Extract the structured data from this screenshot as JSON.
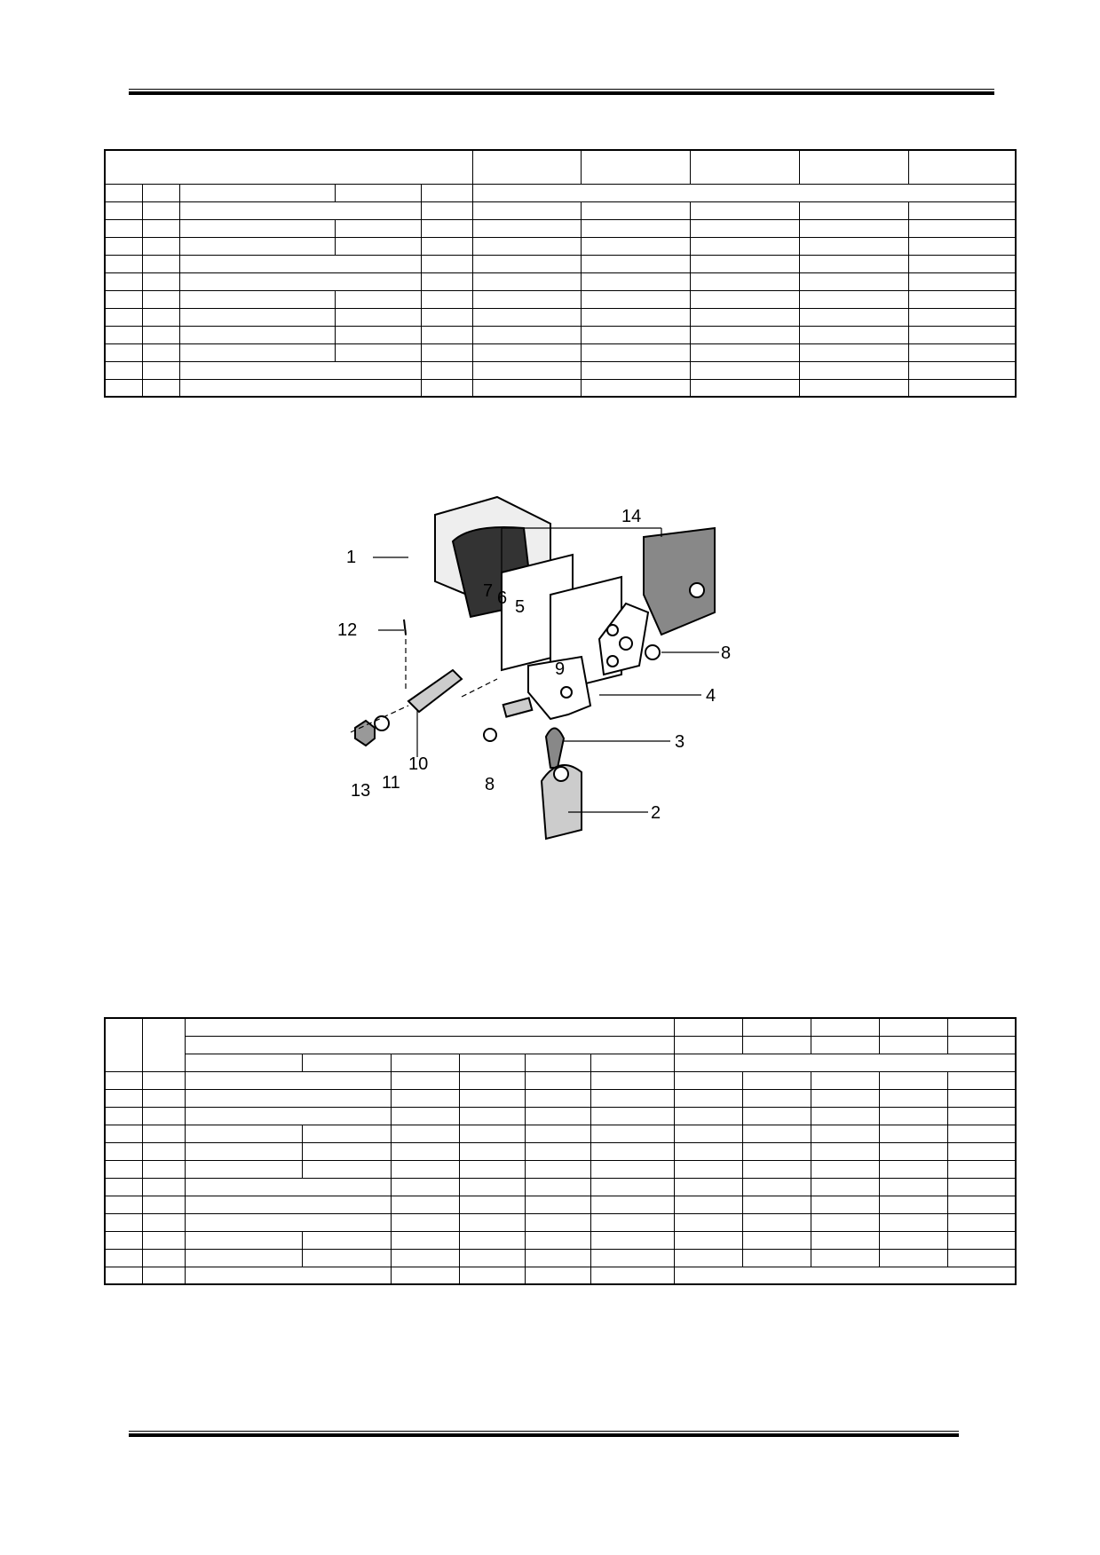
{
  "callouts": [
    "1",
    "2",
    "3",
    "4",
    "5",
    "6",
    "7",
    "8",
    "8",
    "9",
    "10",
    "11",
    "12",
    "13",
    "14"
  ],
  "upper_table": {
    "rows": 13,
    "header_rows": 2
  },
  "lower_table": {
    "rows": 13,
    "header_rows": 3
  }
}
